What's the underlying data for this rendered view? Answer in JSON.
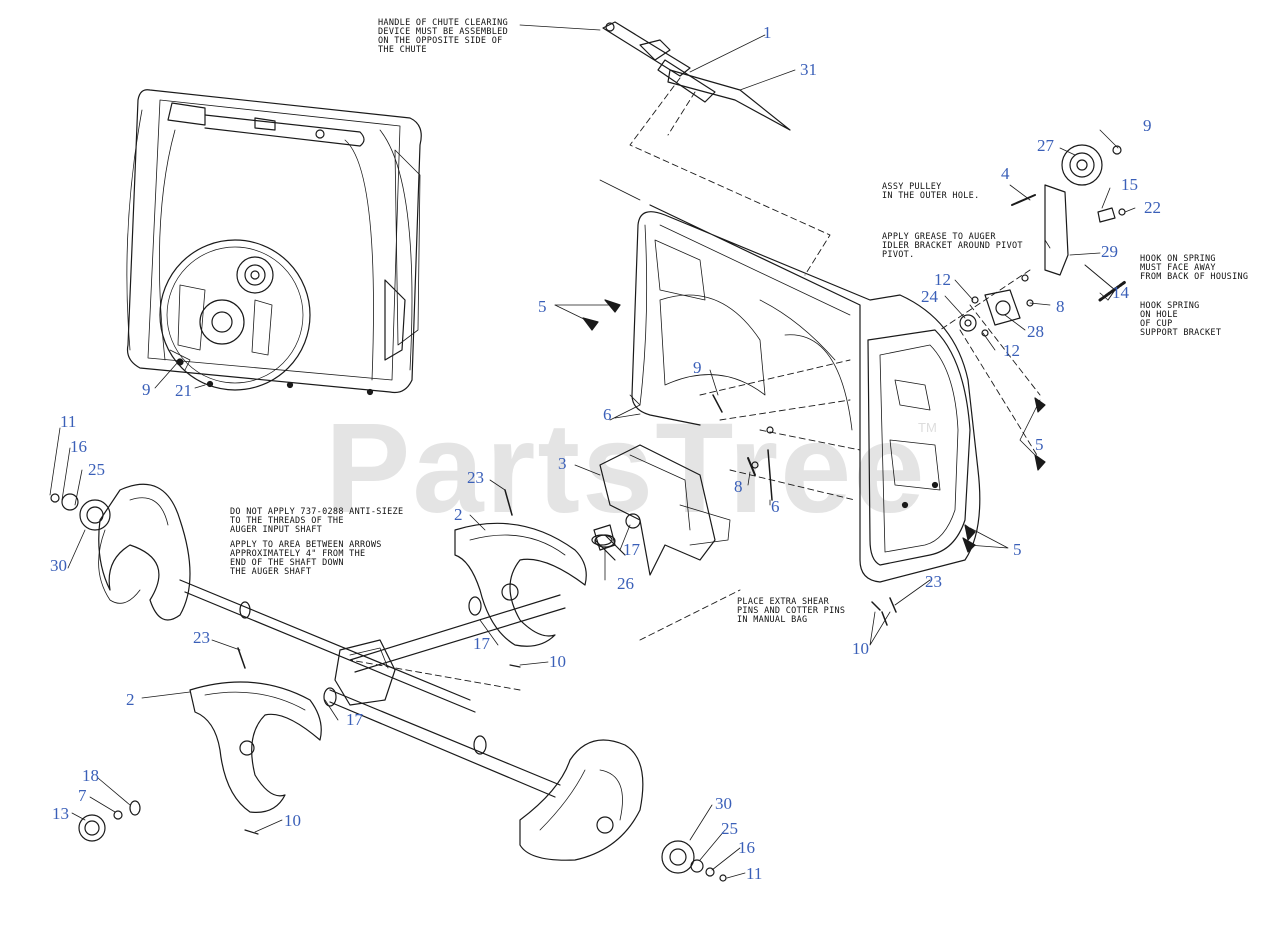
{
  "watermark": {
    "brand": "PartsTree",
    "trademark": "TM"
  },
  "notes": [
    {
      "id": "note-chute-handle",
      "text": "HANDLE OF CHUTE CLEARING\nDEVICE MUST BE ASSEMBLED\nON THE OPPOSITE SIDE OF\nTHE CHUTE"
    },
    {
      "id": "note-pulley",
      "text": "ASSY PULLEY\nIN THE OUTER HOLE."
    },
    {
      "id": "note-grease",
      "text": "APPLY GREASE TO AUGER\nIDLER BRACKET AROUND PIVOT\nPIVOT."
    },
    {
      "id": "note-spring-face",
      "text": "HOOK ON SPRING\nMUST FACE AWAY\nFROM BACK OF HOUSING"
    },
    {
      "id": "note-spring-hole",
      "text": "HOOK SPRING\nON HOLE\nOF CUP\nSUPPORT BRACKET"
    },
    {
      "id": "note-antisieze",
      "text": "DO NOT APPLY 737-0288 ANTI-SIEZE\nTO THE THREADS OF THE\nAUGER INPUT SHAFT"
    },
    {
      "id": "note-arrows",
      "text": "APPLY TO AREA BETWEEN ARROWS\nAPPROXIMATELY 4\" FROM THE\nEND OF THE SHAFT DOWN\nTHE AUGER SHAFT"
    },
    {
      "id": "note-shear-pins",
      "text": "PLACE EXTRA SHEAR\nPINS AND COTTER PINS\nIN MANUAL BAG"
    }
  ],
  "callouts": [
    "1",
    "31",
    "9",
    "27",
    "4",
    "15",
    "22",
    "29",
    "14",
    "12",
    "24",
    "8",
    "28",
    "12",
    "5",
    "9",
    "6",
    "3",
    "8",
    "6",
    "5",
    "5",
    "23",
    "2",
    "17",
    "26",
    "23",
    "10",
    "17",
    "10",
    "11",
    "16",
    "25",
    "30",
    "23",
    "2",
    "17",
    "18",
    "7",
    "13",
    "10",
    "30",
    "25",
    "16",
    "11",
    "9",
    "21"
  ]
}
